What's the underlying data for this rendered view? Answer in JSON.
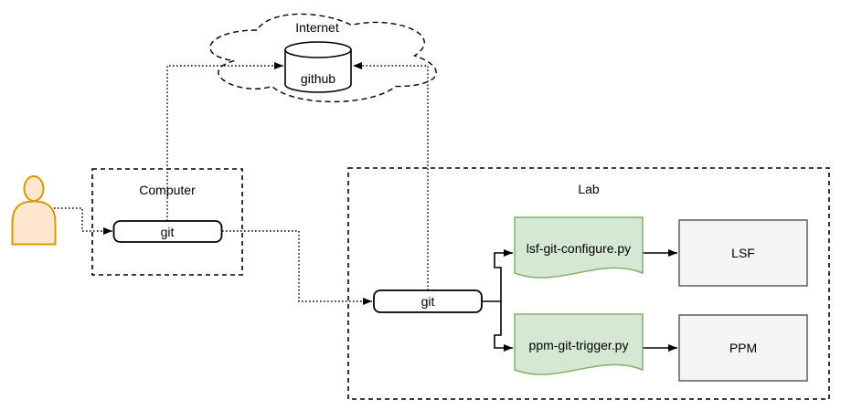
{
  "diagram": {
    "internet": {
      "label": "Internet"
    },
    "github": {
      "label": "github"
    },
    "computer": {
      "label": "Computer",
      "git_label": "git"
    },
    "lab": {
      "label": "Lab",
      "git_label": "git",
      "scripts": [
        {
          "label": "lsf-git-configure.py"
        },
        {
          "label": "ppm-git-trigger.py"
        }
      ],
      "systems": [
        {
          "label": "LSF"
        },
        {
          "label": "PPM"
        }
      ]
    }
  },
  "colors": {
    "background": "#ffffff",
    "line": "#000000",
    "node_fill": "#ffffff",
    "node_stroke": "#000000",
    "script_fill": "#d5e8d4",
    "script_stroke": "#82b366",
    "system_fill": "#f5f5f5",
    "system_stroke": "#666666",
    "actor_fill": "#ffe6cc",
    "actor_stroke": "#d79b00"
  }
}
